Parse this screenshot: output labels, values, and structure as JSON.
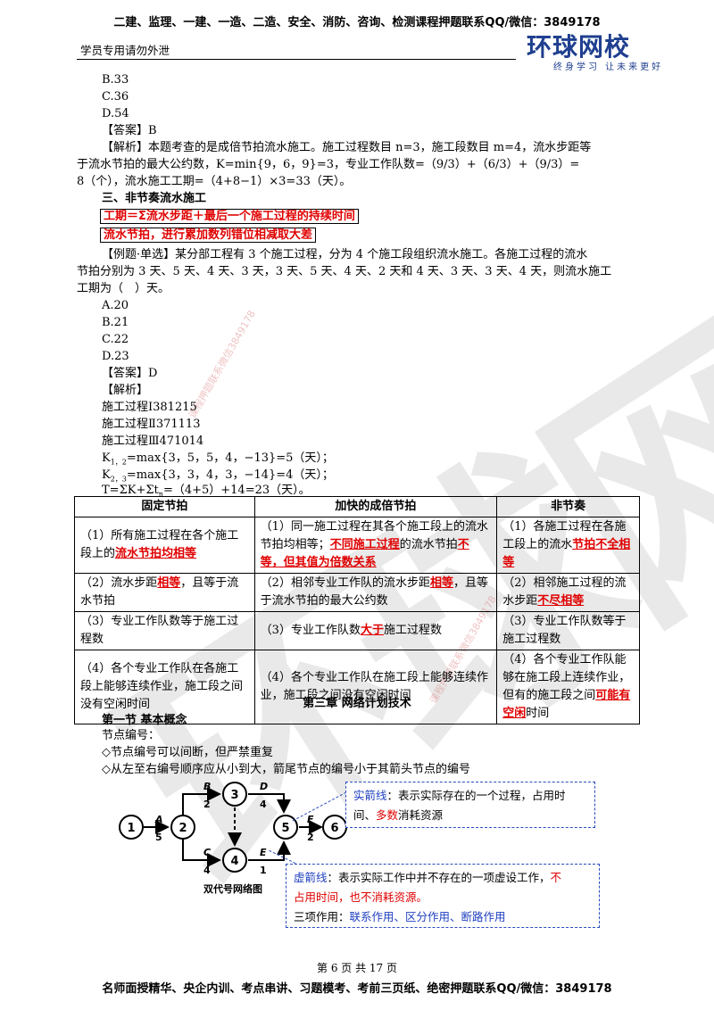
{
  "header": {
    "top_ad": "二建、监理、一建、一造、二造、安全、消防、咨询、检测课程押题联系QQ/微信：3849178",
    "note": "学员专用请勿外泄",
    "logo_main": "环球网校",
    "logo_sub": "终身学习 让未来更好"
  },
  "watermark": {
    "big": "环球网校",
    "small": "课程押题联系微信3849178"
  },
  "q1": {
    "option_b": "B.33",
    "option_c": "C.36",
    "option_d": "D.54",
    "answer": "【答案】B",
    "analysis_1": "【解析】本题考查的是成倍节拍流水施工。施工过程数目 n=3，施工段数目 m=4，流水步距等",
    "analysis_2": "于流水节拍的最大公约数，K=min{9，6，9}=3，专业工作队数=（9/3）+（6/3）+（9/3）=",
    "analysis_3": "8（个），流水施工工期=（4+8−1）×3=33（天）。"
  },
  "section3": {
    "title": "三、非节奏流水施工",
    "formula1": "工期＝Σ流水步距＋最后一个施工过程的持续时间",
    "formula2": "流水节拍，进行累加数列错位相减取大差"
  },
  "q2": {
    "stem_1": "【例题·单选】某分部工程有 3 个施工过程，分为 4 个施工段组织流水施工。各施工过程的流水",
    "stem_2": "节拍分别为 3 天、5 天、4 天、3 天，3 天、5 天、4 天、2 天和 4 天、3 天、3 天、4 天，则流水施工",
    "stem_3": "工期为（　）天。",
    "option_a": "A.20",
    "option_b": "B.21",
    "option_c": "C.22",
    "option_d": "D.23",
    "answer": "【答案】D",
    "analysis_label": "【解析】",
    "process_1": "施工过程Ⅰ381215",
    "process_2": "施工过程Ⅱ371113",
    "process_3": "施工过程Ⅲ471014",
    "k12_label": "K",
    "k12_sub": "1，2",
    "k12_rest": "=max{3，5，5，4，−13}=5（天）；",
    "k23_label": "K",
    "k23_sub": "2，3",
    "k23_rest": "=max{3，3，4，3，−14}=4（天）；",
    "t_main": "T=ΣK+Σt",
    "t_sub": "n",
    "t_rest": "=（4+5）+14=23（天）。"
  },
  "table": {
    "headers": [
      "固定节拍",
      "加快的成倍节拍",
      "非节奏"
    ],
    "rows": [
      [
        {
          "pre": "（1）所有施工过程在各个施工段上的",
          "em": "流水节拍均相等",
          "post": ""
        },
        {
          "pre": "（1）同一施工过程在其各个施工段上的流水节拍均相等；",
          "em": "不同施工过程",
          "post": "的流水节拍",
          "em2": "不等，但其值为倍数关系",
          "post2": ""
        },
        {
          "pre": "（1）各施工过程在各施工段上的流水",
          "em": "节拍不全相等",
          "post": ""
        }
      ],
      [
        {
          "pre": "（2）流水步距",
          "em": "相等",
          "post": "，且等于流水节拍"
        },
        {
          "pre": "（2）相邻专业工作队的流水步距",
          "em": "相等",
          "post": "，且等于流水节拍的最大公约数"
        },
        {
          "pre": "（2）相邻施工过程的流水步距",
          "em": "不尽相等",
          "post": ""
        }
      ],
      [
        {
          "pre": "（3）专业工作队数等于施工过程数",
          "em": "",
          "post": ""
        },
        {
          "pre": "（3）专业工作队数",
          "em": "大于",
          "post": "施工过程数"
        },
        {
          "pre": "（3）专业工作队数等于施工过程数",
          "em": "",
          "post": ""
        }
      ],
      [
        {
          "pre": "（4）各个专业工作队在各施工段上能够连续作业，施工段之间没有空闲时间",
          "em": "",
          "post": ""
        },
        {
          "pre": "（4）各个专业工作队在施工段上能够连续作业，施工段之间没有空闲时间",
          "em": "",
          "post": ""
        },
        {
          "pre": "（4）各个专业工作队能够在施工段上连续作业，但有的施工段之间",
          "em": "可能有空闲",
          "post": "时间"
        }
      ]
    ]
  },
  "chapter": {
    "title": "第三章  网络计划技术",
    "section": "第一节  基本概念",
    "node_label": "节点编号：",
    "rule_1": "◇节点编号可以间断，但严禁重复",
    "rule_2": "◇从左至右编号顺序应从小到大，箭尾节点的编号小于其箭头节点的编号"
  },
  "diagram": {
    "caption": "双代号网络图",
    "nodes": [
      "1",
      "2",
      "3",
      "4",
      "5",
      "6"
    ],
    "activities": [
      {
        "name": "A",
        "duration": "5"
      },
      {
        "name": "B",
        "duration": "2"
      },
      {
        "name": "C",
        "duration": "4"
      },
      {
        "name": "D",
        "duration": "4"
      },
      {
        "name": "E",
        "duration": "1"
      },
      {
        "name": "F",
        "duration": "2"
      }
    ]
  },
  "callout_solid": {
    "term": "实箭线",
    "text_1": "：表示实际存在的一个过程，占用时",
    "text_2a": "间、",
    "text_2b": "多数",
    "text_2c": "消耗资源"
  },
  "callout_dashed": {
    "term": "虚箭线",
    "text_1": "：表示实际工作中并不存在的一项虚设工作，",
    "text_1_red": "不",
    "text_2_red": "占用时间，也不消耗资源。",
    "role_label": "三项作用：",
    "roles": "联系作用、区分作用、断路作用"
  },
  "footer": {
    "page": "第 6 页 共 17 页",
    "ad": "名师面授精华、央企内训、考点串讲、习题模考、考前三页纸、绝密押题联系QQ/微信：3849178"
  },
  "colors": {
    "accent_red": "#e00000",
    "accent_blue": "#1f3fbf",
    "logo_blue": "#1f3f8f"
  }
}
